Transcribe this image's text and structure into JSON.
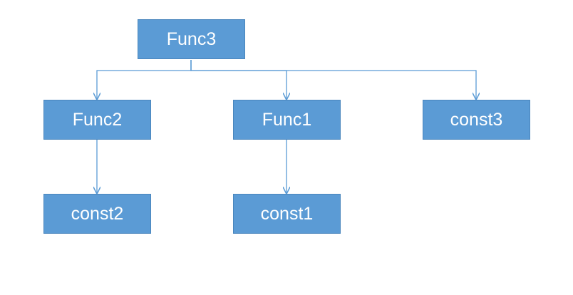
{
  "diagram": {
    "nodes": [
      {
        "id": "func3",
        "label": "Func3"
      },
      {
        "id": "func2",
        "label": "Func2"
      },
      {
        "id": "func1",
        "label": "Func1"
      },
      {
        "id": "const3",
        "label": "const3"
      },
      {
        "id": "const2",
        "label": "const2"
      },
      {
        "id": "const1",
        "label": "const1"
      }
    ],
    "edges": [
      {
        "from": "func3",
        "to": "func2"
      },
      {
        "from": "func3",
        "to": "func1"
      },
      {
        "from": "func3",
        "to": "const3"
      },
      {
        "from": "func2",
        "to": "const2"
      },
      {
        "from": "func1",
        "to": "const1"
      }
    ],
    "colors": {
      "node_fill": "#5b9bd5",
      "node_border": "#4a86bd",
      "node_text": "#ffffff",
      "connector": "#5b9bd5"
    }
  }
}
